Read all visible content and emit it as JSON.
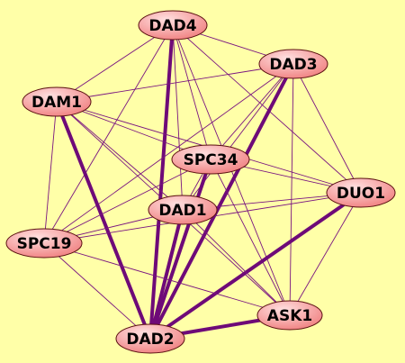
{
  "background": "#ffffa8",
  "colors": {
    "edge": "#7a1680",
    "edge_strong": "#6e0a78",
    "node_fill_light": "#ffe0e0",
    "node_fill_dark": "#f08080",
    "node_stroke": "#5a1010"
  },
  "nodes": [
    {
      "id": "DAD4",
      "label": "DAD4"
    },
    {
      "id": "DAD3",
      "label": "DAD3"
    },
    {
      "id": "DAM1",
      "label": "DAM1"
    },
    {
      "id": "SPC34",
      "label": "SPC34"
    },
    {
      "id": "DUO1",
      "label": "DUO1"
    },
    {
      "id": "DAD1",
      "label": "DAD1"
    },
    {
      "id": "SPC19",
      "label": "SPC19"
    },
    {
      "id": "ASK1",
      "label": "ASK1"
    },
    {
      "id": "DAD2",
      "label": "DAD2"
    }
  ],
  "edges": [
    {
      "from": "DAD4",
      "to": "DAD3",
      "strength": "weak"
    },
    {
      "from": "DAD4",
      "to": "DAM1",
      "strength": "weak"
    },
    {
      "from": "DAD4",
      "to": "SPC34",
      "strength": "weak"
    },
    {
      "from": "DAD4",
      "to": "DUO1",
      "strength": "weak"
    },
    {
      "from": "DAD4",
      "to": "DAD1",
      "strength": "weak"
    },
    {
      "from": "DAD4",
      "to": "SPC19",
      "strength": "weak"
    },
    {
      "from": "DAD4",
      "to": "ASK1",
      "strength": "weak"
    },
    {
      "from": "DAD4",
      "to": "DAD2",
      "strength": "strong"
    },
    {
      "from": "DAD3",
      "to": "DAM1",
      "strength": "weak"
    },
    {
      "from": "DAD3",
      "to": "SPC34",
      "strength": "weak"
    },
    {
      "from": "DAD3",
      "to": "DUO1",
      "strength": "weak"
    },
    {
      "from": "DAD3",
      "to": "DAD1",
      "strength": "weak"
    },
    {
      "from": "DAD3",
      "to": "SPC19",
      "strength": "weak"
    },
    {
      "from": "DAD3",
      "to": "ASK1",
      "strength": "weak"
    },
    {
      "from": "DAD3",
      "to": "DAD2",
      "strength": "strong"
    },
    {
      "from": "DAM1",
      "to": "SPC34",
      "strength": "weak"
    },
    {
      "from": "DAM1",
      "to": "DUO1",
      "strength": "weak"
    },
    {
      "from": "DAM1",
      "to": "DAD1",
      "strength": "weak"
    },
    {
      "from": "DAM1",
      "to": "SPC19",
      "strength": "weak"
    },
    {
      "from": "DAM1",
      "to": "ASK1",
      "strength": "weak"
    },
    {
      "from": "DAM1",
      "to": "DAD2",
      "strength": "strong"
    },
    {
      "from": "SPC34",
      "to": "DUO1",
      "strength": "weak"
    },
    {
      "from": "SPC34",
      "to": "DAD1",
      "strength": "weak"
    },
    {
      "from": "SPC34",
      "to": "SPC19",
      "strength": "weak"
    },
    {
      "from": "SPC34",
      "to": "ASK1",
      "strength": "weak"
    },
    {
      "from": "SPC34",
      "to": "DAD2",
      "strength": "strong"
    },
    {
      "from": "DUO1",
      "to": "DAD1",
      "strength": "weak"
    },
    {
      "from": "DUO1",
      "to": "SPC19",
      "strength": "weak"
    },
    {
      "from": "DUO1",
      "to": "ASK1",
      "strength": "weak"
    },
    {
      "from": "DUO1",
      "to": "DAD2",
      "strength": "strong"
    },
    {
      "from": "DAD1",
      "to": "SPC19",
      "strength": "weak"
    },
    {
      "from": "DAD1",
      "to": "ASK1",
      "strength": "weak"
    },
    {
      "from": "DAD1",
      "to": "DAD2",
      "strength": "strong"
    },
    {
      "from": "SPC19",
      "to": "ASK1",
      "strength": "weak"
    },
    {
      "from": "SPC19",
      "to": "DAD2",
      "strength": "weak"
    },
    {
      "from": "ASK1",
      "to": "DAD2",
      "strength": "strong"
    }
  ]
}
